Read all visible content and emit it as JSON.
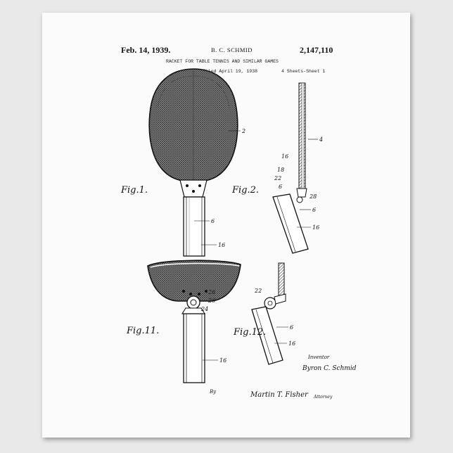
{
  "patent": {
    "date": "Feb. 14, 1939.",
    "inventor_name": "B. C. SCHMID",
    "number": "2,147,110",
    "title": "RACKET FOR TABLE TENNIS AND SIMILAR GAMES",
    "filed": "Filed April 19, 1938",
    "sheet": "4 Sheets-Sheet 1"
  },
  "figures": {
    "fig1": "Fig.1.",
    "fig2": "Fig.2.",
    "fig11": "Fig.11.",
    "fig12": "Fig.12."
  },
  "labels": {
    "l2": "2",
    "l4": "4",
    "l6a": "6",
    "l6b": "6",
    "l6c": "6",
    "l6d": "6",
    "l16a": "16",
    "l16b": "16",
    "l16c": "16",
    "l16d": "16",
    "l16e": "16",
    "l18": "18",
    "l22a": "22",
    "l22b": "22",
    "l24": "24",
    "l26a": "26",
    "l26b": "26",
    "l28": "28"
  },
  "signatures": {
    "inventor_caption": "Inventor",
    "inventor_sig": "Byron C. Schmid",
    "by": "By",
    "attorney_sig": "Martin T. Fisher",
    "attorney_caption": "Attorney"
  }
}
